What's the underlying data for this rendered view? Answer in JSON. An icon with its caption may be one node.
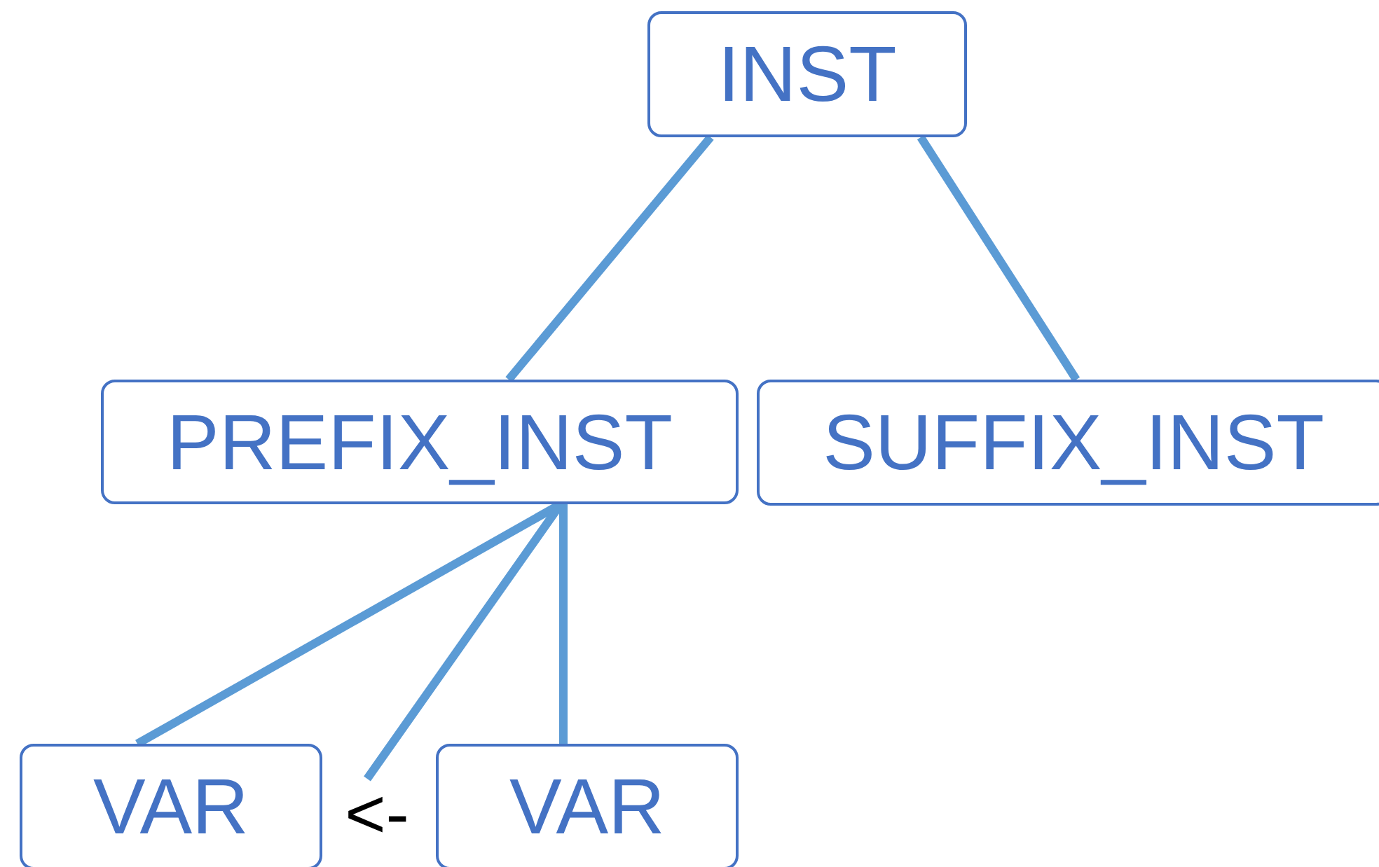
{
  "diagram": {
    "nodes": [
      {
        "text": [
          "INST"
        ]
      },
      {
        "text": [
          "PREFIX_INST"
        ]
      },
      {
        "text": [
          "SUFFIX_INST"
        ]
      },
      {
        "text": [
          "VAR"
        ]
      },
      {
        "text": [
          "<-"
        ]
      },
      {
        "text": [
          "VAR"
        ]
      }
    ],
    "edges": [
      {
        "from": 0,
        "to": 1,
        "arrow": "none"
      },
      {
        "from": 0,
        "to": 2,
        "arrow": "none"
      },
      {
        "from": 1,
        "to": 3,
        "arrow": "none"
      },
      {
        "from": 1,
        "to": 4,
        "arrow": "none"
      },
      {
        "from": 1,
        "to": 5,
        "arrow": "none"
      }
    ]
  }
}
